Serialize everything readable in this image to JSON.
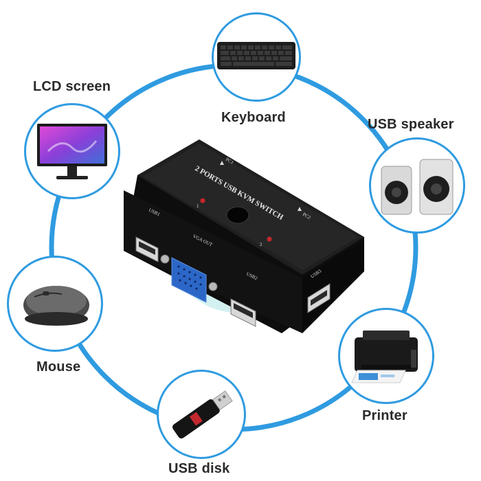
{
  "accent_color": "#2f9be0",
  "peripherals": {
    "keyboard": {
      "label": "Keyboard",
      "icon": "keyboard-icon"
    },
    "lcd": {
      "label": "LCD screen",
      "icon": "monitor-icon"
    },
    "speaker": {
      "label": "USB speaker",
      "icon": "speaker-icon"
    },
    "mouse": {
      "label": "Mouse",
      "icon": "mouse-icon"
    },
    "printer": {
      "label": "Printer",
      "icon": "printer-icon"
    },
    "usb_disk": {
      "label": "USB disk",
      "icon": "usb-disk-icon"
    }
  },
  "switch": {
    "title": "2 PORTS USB KVM SWITCH",
    "pc1": "PC1",
    "pc2": "PC2",
    "led1": "1",
    "led2": "2",
    "usb1": "USB1",
    "usb2": "USB2",
    "usb3": "USB3",
    "vga_out": "VGA OUT"
  }
}
